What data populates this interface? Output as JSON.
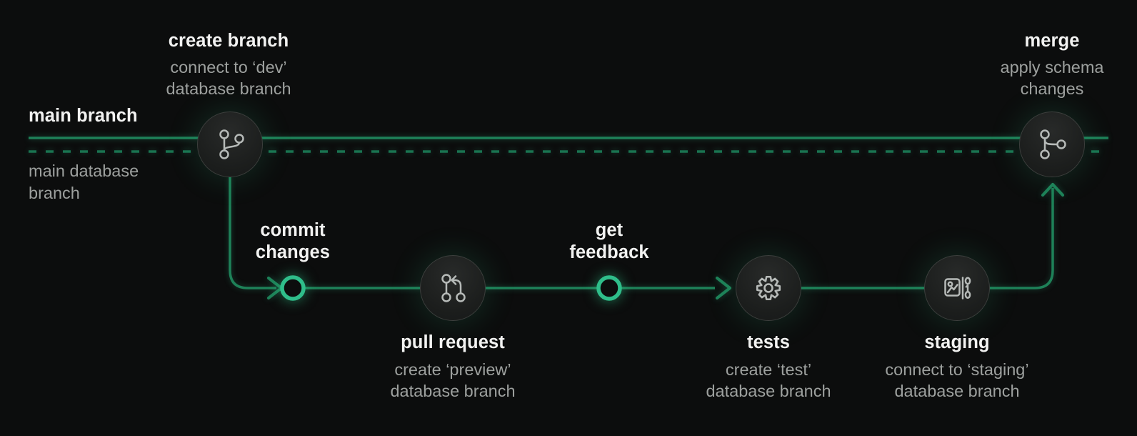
{
  "diagram": {
    "colors": {
      "background": "#0c0d0d",
      "branch_line": "#1e8158",
      "database_line": "#1a7350",
      "ring_accent": "#2fbd8a",
      "node_border": "#3c3f3d",
      "icon_stroke": "#b6bab8",
      "title_text": "#f2f2f1",
      "subtitle_text": "#9da09e"
    },
    "lanes": {
      "main_branch_label": "main branch",
      "main_database_branch_lines": [
        "main database",
        "branch"
      ]
    },
    "steps": [
      {
        "id": "create-branch",
        "title": "create branch",
        "subtitle_lines": [
          "connect to ‘dev’",
          "database branch"
        ],
        "icon": "git-branch-icon"
      },
      {
        "id": "commit-changes",
        "title_lines": [
          "commit",
          "changes"
        ],
        "marker": "ring-marker"
      },
      {
        "id": "pull-request",
        "title": "pull request",
        "subtitle_lines": [
          "create ‘preview’",
          "database branch"
        ],
        "icon": "git-pull-request-icon"
      },
      {
        "id": "get-feedback",
        "title_lines": [
          "get",
          "feedback"
        ],
        "marker": "ring-marker"
      },
      {
        "id": "tests",
        "title": "tests",
        "subtitle_lines": [
          "create ‘test’",
          "database branch"
        ],
        "icon": "gear-icon"
      },
      {
        "id": "staging",
        "title": "staging",
        "subtitle_lines": [
          "connect to ‘staging’",
          "database branch"
        ],
        "icon": "chart-binary-icon"
      },
      {
        "id": "merge",
        "title": "merge",
        "subtitle_lines": [
          "apply schema",
          "changes"
        ],
        "icon": "git-merge-icon"
      }
    ]
  }
}
